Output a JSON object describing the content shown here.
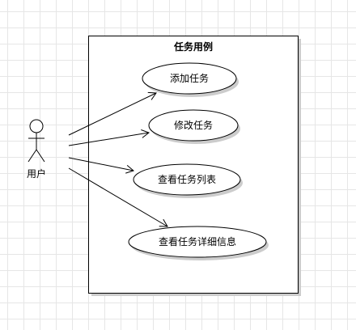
{
  "diagram": {
    "title": "任务用例",
    "actor": {
      "label": "用户",
      "icon": "stick-figure-actor-icon"
    },
    "use_cases": [
      {
        "label": "添加任务"
      },
      {
        "label": "修改任务"
      },
      {
        "label": "查看任务列表"
      },
      {
        "label": "查看任务详细信息"
      }
    ],
    "colors": {
      "stroke": "#000000",
      "shadow": "#cccccc",
      "fill": "#ffffff",
      "grid": "#e6e6e6"
    }
  }
}
